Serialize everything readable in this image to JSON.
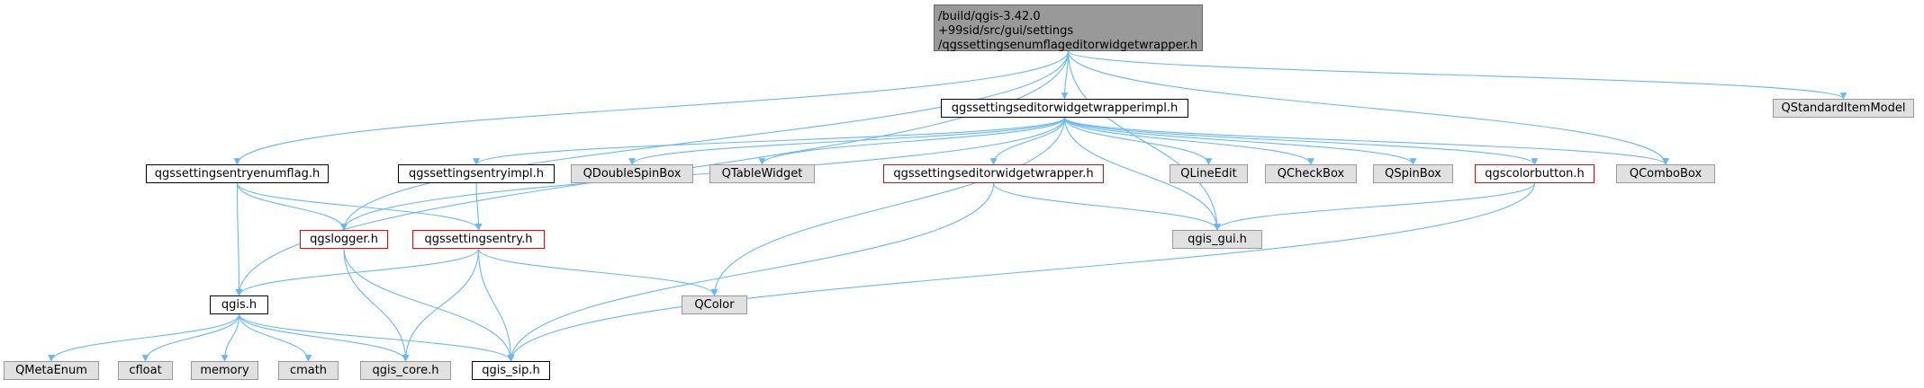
{
  "diagram": {
    "type": "include-dependency-graph",
    "colors": {
      "edge": "#63b8ff",
      "external_fill": "#e0e0e0",
      "root_fill": "#999999",
      "highlight_border": "#ff0000"
    },
    "nodes": {
      "root": {
        "label": "/build/qgis-3.42.0\n+99sid/src/gui/settings\n/qgssettingsenumflageditorwidgetwrapper.h",
        "style": "root"
      },
      "impl": {
        "label": "qgssettingseditorwidgetwrapperimpl.h",
        "style": "normal"
      },
      "stdmodel": {
        "label": "QStandardItemModel",
        "style": "external"
      },
      "enumflag": {
        "label": "qgssettingsentryenumflag.h",
        "style": "normal"
      },
      "entryimpl": {
        "label": "qgssettingsentryimpl.h",
        "style": "normal"
      },
      "dspin": {
        "label": "QDoubleSpinBox",
        "style": "external"
      },
      "table": {
        "label": "QTableWidget",
        "style": "external"
      },
      "ewrapper": {
        "label": "qgssettingseditorwidgetwrapper.h",
        "style": "red"
      },
      "lineedit": {
        "label": "QLineEdit",
        "style": "external"
      },
      "checkbox": {
        "label": "QCheckBox",
        "style": "external"
      },
      "spin": {
        "label": "QSpinBox",
        "style": "external"
      },
      "colorbtn": {
        "label": "qgscolorbutton.h",
        "style": "red"
      },
      "combo": {
        "label": "QComboBox",
        "style": "external"
      },
      "logger": {
        "label": "qgslogger.h",
        "style": "red"
      },
      "entry": {
        "label": "qgssettingsentry.h",
        "style": "red"
      },
      "gui": {
        "label": "qgis_gui.h",
        "style": "external"
      },
      "qgis": {
        "label": "qgis.h",
        "style": "normal"
      },
      "qcolor": {
        "label": "QColor",
        "style": "external"
      },
      "metaenum": {
        "label": "QMetaEnum",
        "style": "external"
      },
      "cfloat": {
        "label": "cfloat",
        "style": "external"
      },
      "memory": {
        "label": "memory",
        "style": "external"
      },
      "cmath": {
        "label": "cmath",
        "style": "external"
      },
      "core": {
        "label": "qgis_core.h",
        "style": "external"
      },
      "sip": {
        "label": "qgis_sip.h",
        "style": "normal"
      }
    },
    "edges": [
      [
        "root",
        "impl"
      ],
      [
        "root",
        "stdmodel"
      ],
      [
        "root",
        "enumflag"
      ],
      [
        "root",
        "logger"
      ],
      [
        "root",
        "qgis"
      ],
      [
        "root",
        "gui"
      ],
      [
        "root",
        "combo"
      ],
      [
        "impl",
        "logger"
      ],
      [
        "impl",
        "entryimpl"
      ],
      [
        "impl",
        "dspin"
      ],
      [
        "impl",
        "table"
      ],
      [
        "impl",
        "ewrapper"
      ],
      [
        "impl",
        "lineedit"
      ],
      [
        "impl",
        "checkbox"
      ],
      [
        "impl",
        "spin"
      ],
      [
        "impl",
        "colorbtn"
      ],
      [
        "impl",
        "combo"
      ],
      [
        "impl",
        "gui"
      ],
      [
        "impl",
        "qcolor"
      ],
      [
        "enumflag",
        "qgis"
      ],
      [
        "enumflag",
        "logger"
      ],
      [
        "enumflag",
        "entry"
      ],
      [
        "entryimpl",
        "entry"
      ],
      [
        "ewrapper",
        "gui"
      ],
      [
        "ewrapper",
        "sip"
      ],
      [
        "colorbtn",
        "gui"
      ],
      [
        "colorbtn",
        "sip"
      ],
      [
        "logger",
        "core"
      ],
      [
        "logger",
        "sip"
      ],
      [
        "entry",
        "qgis"
      ],
      [
        "entry",
        "qcolor"
      ],
      [
        "entry",
        "core"
      ],
      [
        "entry",
        "sip"
      ],
      [
        "qgis",
        "metaenum"
      ],
      [
        "qgis",
        "cfloat"
      ],
      [
        "qgis",
        "memory"
      ],
      [
        "qgis",
        "cmath"
      ],
      [
        "qgis",
        "core"
      ],
      [
        "qgis",
        "sip"
      ]
    ]
  }
}
